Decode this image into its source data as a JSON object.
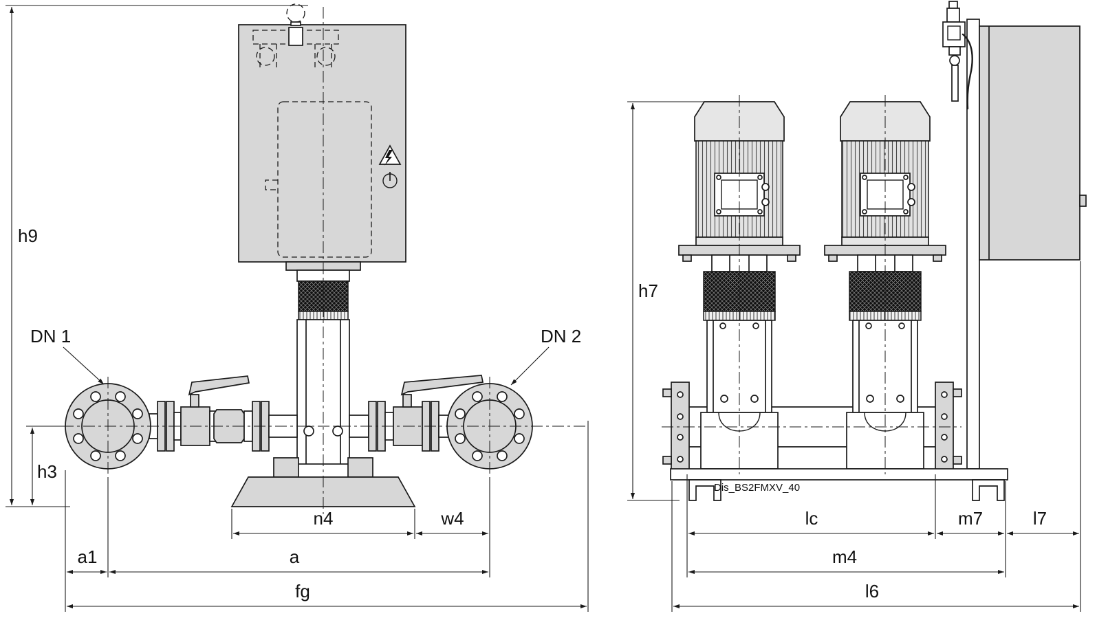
{
  "colors": {
    "background": "#ffffff",
    "line": "#1a1a1a",
    "panel_gray": "#d7d7d7",
    "panel_light": "#e6e6e6",
    "guard_black": "#101010"
  },
  "front_view": {
    "h9": "h9",
    "h3": "h3",
    "dn1": "DN 1",
    "dn2": "DN 2",
    "n4": "n4",
    "w4": "w4",
    "a1": "a1",
    "a": "a",
    "fg": "fg"
  },
  "side_view": {
    "h7": "h7",
    "lc": "lc",
    "m7": "m7",
    "l7": "l7",
    "m4": "m4",
    "l6": "l6",
    "drawing_id": "Dis_BS2FMXV_40"
  }
}
